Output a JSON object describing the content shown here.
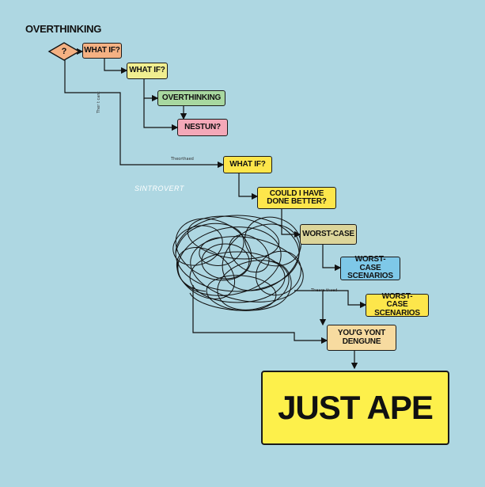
{
  "title": "OVERTHINKING",
  "diamond": {
    "label": "?",
    "color": "#f4b183"
  },
  "nodes": {
    "what_if_1": {
      "label": "WHAT IF?",
      "color": "#f4b183"
    },
    "what_if_2": {
      "label": "WHAT IF?",
      "color": "#f0ee90"
    },
    "overthinking": {
      "label": "OVERTHINKING",
      "color": "#a8d8a0"
    },
    "nestun": {
      "label": "NESTUN?",
      "color": "#f4a8b8"
    },
    "what_if_3": {
      "label": "WHAT IF?",
      "color": "#fde64b"
    },
    "could_i": {
      "label": "COULD I HAVE DONE BETTER?",
      "color": "#fde64b"
    },
    "worst_case": {
      "label": "WORST-CASE",
      "color": "#dcd59a"
    },
    "worst_case_scenarios_blue": {
      "label": "WORST-CASE SCENARIOS",
      "color": "#7ec8e8"
    },
    "worst_case_scenarios_yellow": {
      "label": "WORST-CASE SCENARIOS",
      "color": "#fde64b"
    },
    "young_yont": {
      "label": "YOU'G YONT DENGUNE",
      "color": "#f7dba0"
    },
    "just_ape": {
      "label": "JUST APE",
      "color": "#fdf04b"
    }
  },
  "annotations": {
    "vertical_note": "Ther t cant",
    "mid_note": "Theorthaed",
    "lower_note": "Theare thaed",
    "handwritten": "SINTROVERT"
  }
}
